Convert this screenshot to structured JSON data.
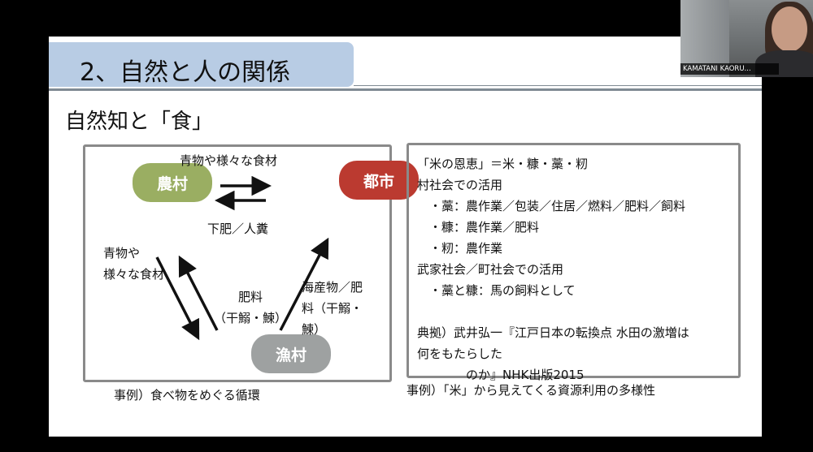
{
  "slide": {
    "title": "2、自然と人の関係",
    "heading": "自然知と「食」"
  },
  "diagram": {
    "nodes": {
      "noson": "農村",
      "toshi": "都市",
      "gyoson": "漁村"
    },
    "labels": {
      "top_flow": "青物や様々な食材",
      "bottom_flow": "下肥／人糞",
      "left_flow_line1": "青物や",
      "left_flow_line2": "様々な食材",
      "center_line1": "肥料",
      "center_line2": "（干鰯・鰊）",
      "right_line1": "海産物／肥",
      "right_line2": "料（干鰯・",
      "right_line3": "鰊）"
    },
    "caption": "事例）食べ物をめぐる循環",
    "colors": {
      "noson": "#9aae62",
      "toshi": "#bb3a30",
      "gyoson": "#9ea1a1"
    }
  },
  "rice_panel": {
    "lines": [
      "「米の恩恵」＝米・糠・藁・籾",
      "村社会での活用",
      "　・藁：農作業／包装／住居／燃料／肥料／飼料",
      "　・糠：農作業／肥料",
      "　・籾：農作業",
      "武家社会／町社会での活用",
      "　・藁と糠：馬の飼料として",
      "",
      "典拠）武井弘一『江戸日本の転換点 水田の激増は",
      "何をもたらした",
      "　　　　のか』NHK出版2015"
    ],
    "caption": "事例）「米」から見えてくる資源利用の多様性"
  },
  "video": {
    "participant_name": "KAMATANI KAORU..."
  }
}
